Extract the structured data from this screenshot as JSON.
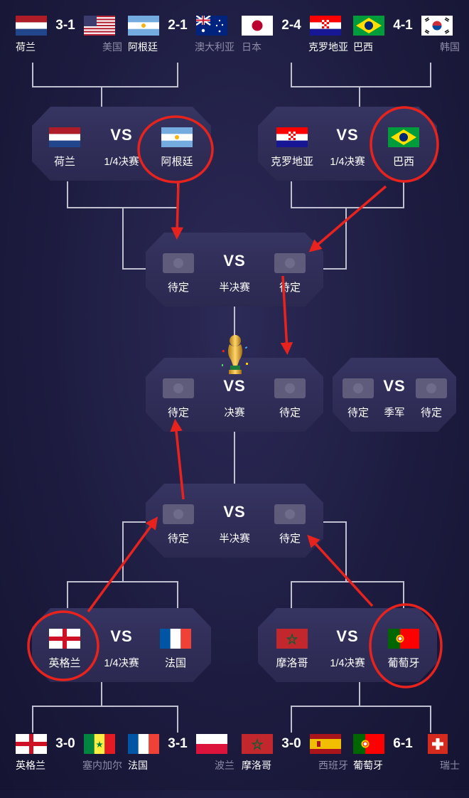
{
  "colors": {
    "background": "#1f1e44",
    "card": "#322f5c",
    "line": "#bfbfd0",
    "annotation": "#e8231e",
    "muted": "#8e8ca8"
  },
  "round_of_16": [
    {
      "left": "荷兰",
      "score": "3-1",
      "right": "美国",
      "winner": "left"
    },
    {
      "left": "阿根廷",
      "score": "2-1",
      "right": "澳大利亚",
      "winner": "left"
    },
    {
      "left": "日本",
      "score": "2-4",
      "right": "克罗地亚",
      "winner": "right"
    },
    {
      "left": "巴西",
      "score": "4-1",
      "right": "韩国",
      "winner": "left"
    },
    {
      "left": "英格兰",
      "score": "3-0",
      "right": "塞内加尔",
      "winner": "left"
    },
    {
      "left": "法国",
      "score": "3-1",
      "right": "波兰",
      "winner": "left"
    },
    {
      "left": "摩洛哥",
      "score": "3-0",
      "right": "西班牙",
      "winner": "left"
    },
    {
      "left": "葡萄牙",
      "score": "6-1",
      "right": "瑞士",
      "winner": "left"
    }
  ],
  "quarterfinals": [
    {
      "left": "荷兰",
      "stage": "1/4决赛",
      "right": "阿根廷",
      "vs": "VS"
    },
    {
      "left": "克罗地亚",
      "stage": "1/4决赛",
      "right": "巴西",
      "vs": "VS"
    },
    {
      "left": "英格兰",
      "stage": "1/4决赛",
      "right": "法国",
      "vs": "VS"
    },
    {
      "left": "摩洛哥",
      "stage": "1/4决赛",
      "right": "葡萄牙",
      "vs": "VS"
    }
  ],
  "semifinals": [
    {
      "left": "待定",
      "stage": "半决赛",
      "right": "待定",
      "vs": "VS"
    },
    {
      "left": "待定",
      "stage": "半决赛",
      "right": "待定",
      "vs": "VS"
    }
  ],
  "final": {
    "left": "待定",
    "stage": "决赛",
    "right": "待定",
    "vs": "VS"
  },
  "third_place": {
    "left": "待定",
    "stage": "季军",
    "right": "待定",
    "vs": "VS"
  },
  "icons": {
    "trophy": "world-cup-trophy-icon",
    "pending": "placeholder-flag-icon"
  }
}
